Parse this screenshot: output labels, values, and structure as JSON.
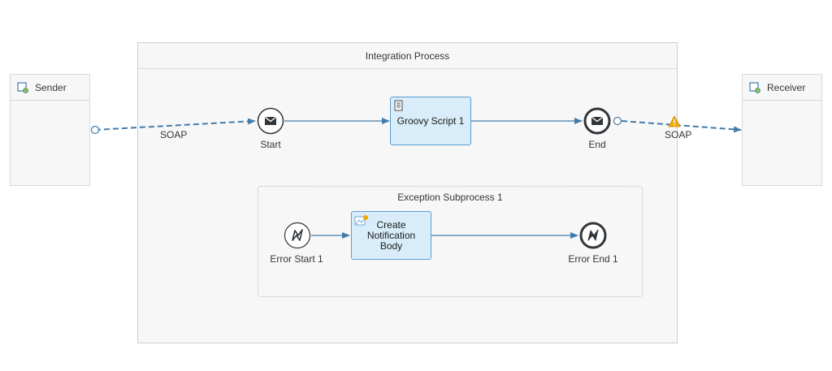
{
  "sender": {
    "label": "Sender"
  },
  "receiver": {
    "label": "Receiver"
  },
  "pool": {
    "title": "Integration Process"
  },
  "main_flow": {
    "start_label": "Start",
    "script_label": "Groovy Script 1",
    "end_label": "End"
  },
  "subprocess": {
    "title": "Exception Subprocess 1",
    "error_start_label": "Error Start 1",
    "task_line1": "Create",
    "task_line2": "Notification Body",
    "error_end_label": "Error End 1"
  },
  "connections": {
    "sender_adapter": "SOAP",
    "receiver_adapter": "SOAP",
    "receiver_status": "warning"
  },
  "colors": {
    "flow": "#427cac",
    "task_fill": "#d8edf9",
    "task_border": "#5b9ed1",
    "warning": "#f0ab00"
  }
}
